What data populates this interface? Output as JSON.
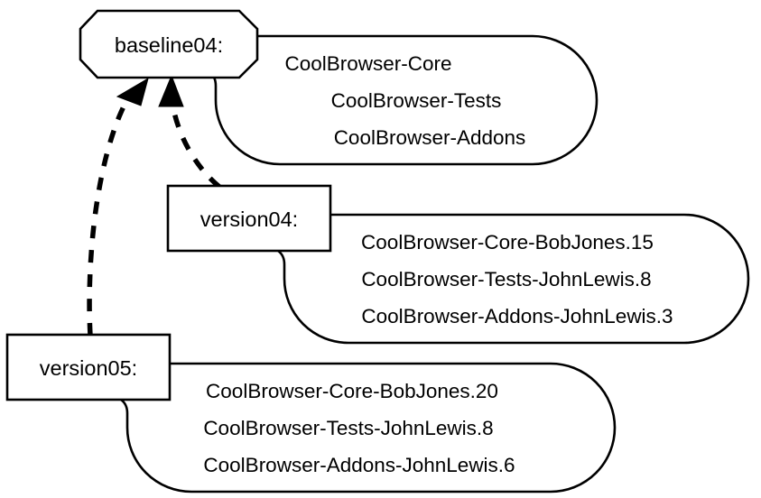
{
  "diagram": {
    "kind": "configuration-version-diagram",
    "background_color": "#ffffff",
    "line_color": "#000000",
    "nodes": [
      {
        "id": "baseline04",
        "title": "baseline04:",
        "shape": "octagon",
        "contents": [
          "CoolBrowser-Core",
          "CoolBrowser-Tests",
          "CoolBrowser-Addons"
        ]
      },
      {
        "id": "version04",
        "title": "version04:",
        "shape": "rectangle",
        "contents": [
          "CoolBrowser-Core-BobJones.15",
          "CoolBrowser-Tests-JohnLewis.8",
          "CoolBrowser-Addons-JohnLewis.3"
        ]
      },
      {
        "id": "version05",
        "title": "version05:",
        "shape": "rectangle",
        "contents": [
          "CoolBrowser-Core-BobJones.20",
          "CoolBrowser-Tests-JohnLewis.8",
          "CoolBrowser-Addons-JohnLewis.6"
        ]
      }
    ],
    "connectors": [
      {
        "id": "version05-to-baseline04",
        "from": "version05",
        "to": "baseline04",
        "style": "dashed-arrow"
      },
      {
        "id": "version04-to-baseline04",
        "from": "version04",
        "to": "baseline04",
        "style": "dashed-arrow"
      }
    ]
  }
}
